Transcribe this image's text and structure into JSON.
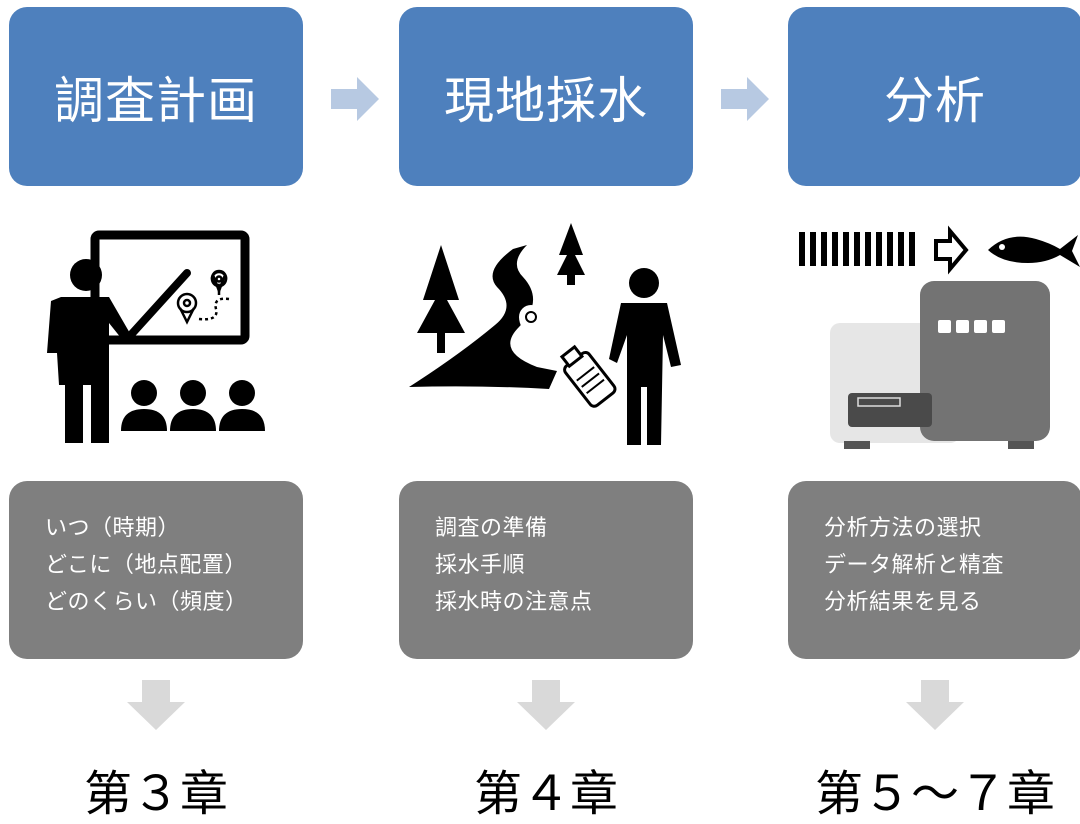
{
  "colors": {
    "header_blue": "#4e80bd",
    "box_gray": "#7f7f7f",
    "arrow_light": "#b7c9e2",
    "down_arrow": "#d9d9d9"
  },
  "steps": [
    {
      "title": "調査計画",
      "illustration": "presenter-with-map-icon",
      "lines": [
        "いつ（時期）",
        "どこに（地点配置）",
        "どのくらい（頻度）"
      ],
      "chapter": "第３章"
    },
    {
      "title": "現地採水",
      "illustration": "river-sampling-icon",
      "lines": [
        "調査の準備",
        "採水手順",
        "採水時の注意点"
      ],
      "chapter": "第４章"
    },
    {
      "title": "分析",
      "illustration": "sequencer-fish-icon",
      "lines": [
        "分析方法の選択",
        "データ解析と精査",
        "分析結果を見る"
      ],
      "chapter": "第５〜７章"
    }
  ]
}
